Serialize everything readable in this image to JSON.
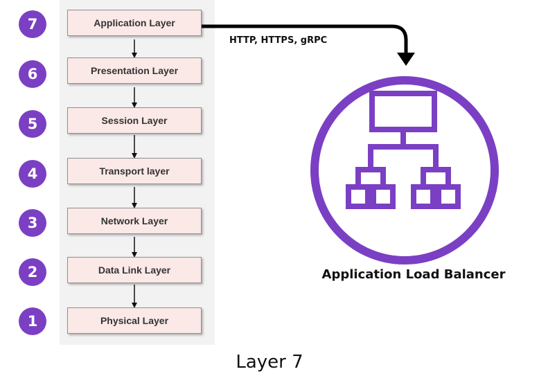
{
  "layers": [
    {
      "number": "7",
      "label": "Application Layer"
    },
    {
      "number": "6",
      "label": "Presentation Layer"
    },
    {
      "number": "5",
      "label": "Session Layer"
    },
    {
      "number": "4",
      "label": "Transport layer"
    },
    {
      "number": "3",
      "label": "Network Layer"
    },
    {
      "number": "2",
      "label": "Data Link Layer"
    },
    {
      "number": "1",
      "label": "Physical Layer"
    }
  ],
  "protocols_label": "HTTP, HTTPS, gRPC",
  "load_balancer": {
    "caption": "Application Load Balancer",
    "icon": "load-balancer-hierarchy-icon"
  },
  "footer_caption": "Layer 7",
  "colors": {
    "badge": "#7b3fc4",
    "icon": "#7b3fc4",
    "layer_box": "#fbe9e7",
    "panel": "#f2f2f2",
    "arrow": "#000000"
  }
}
